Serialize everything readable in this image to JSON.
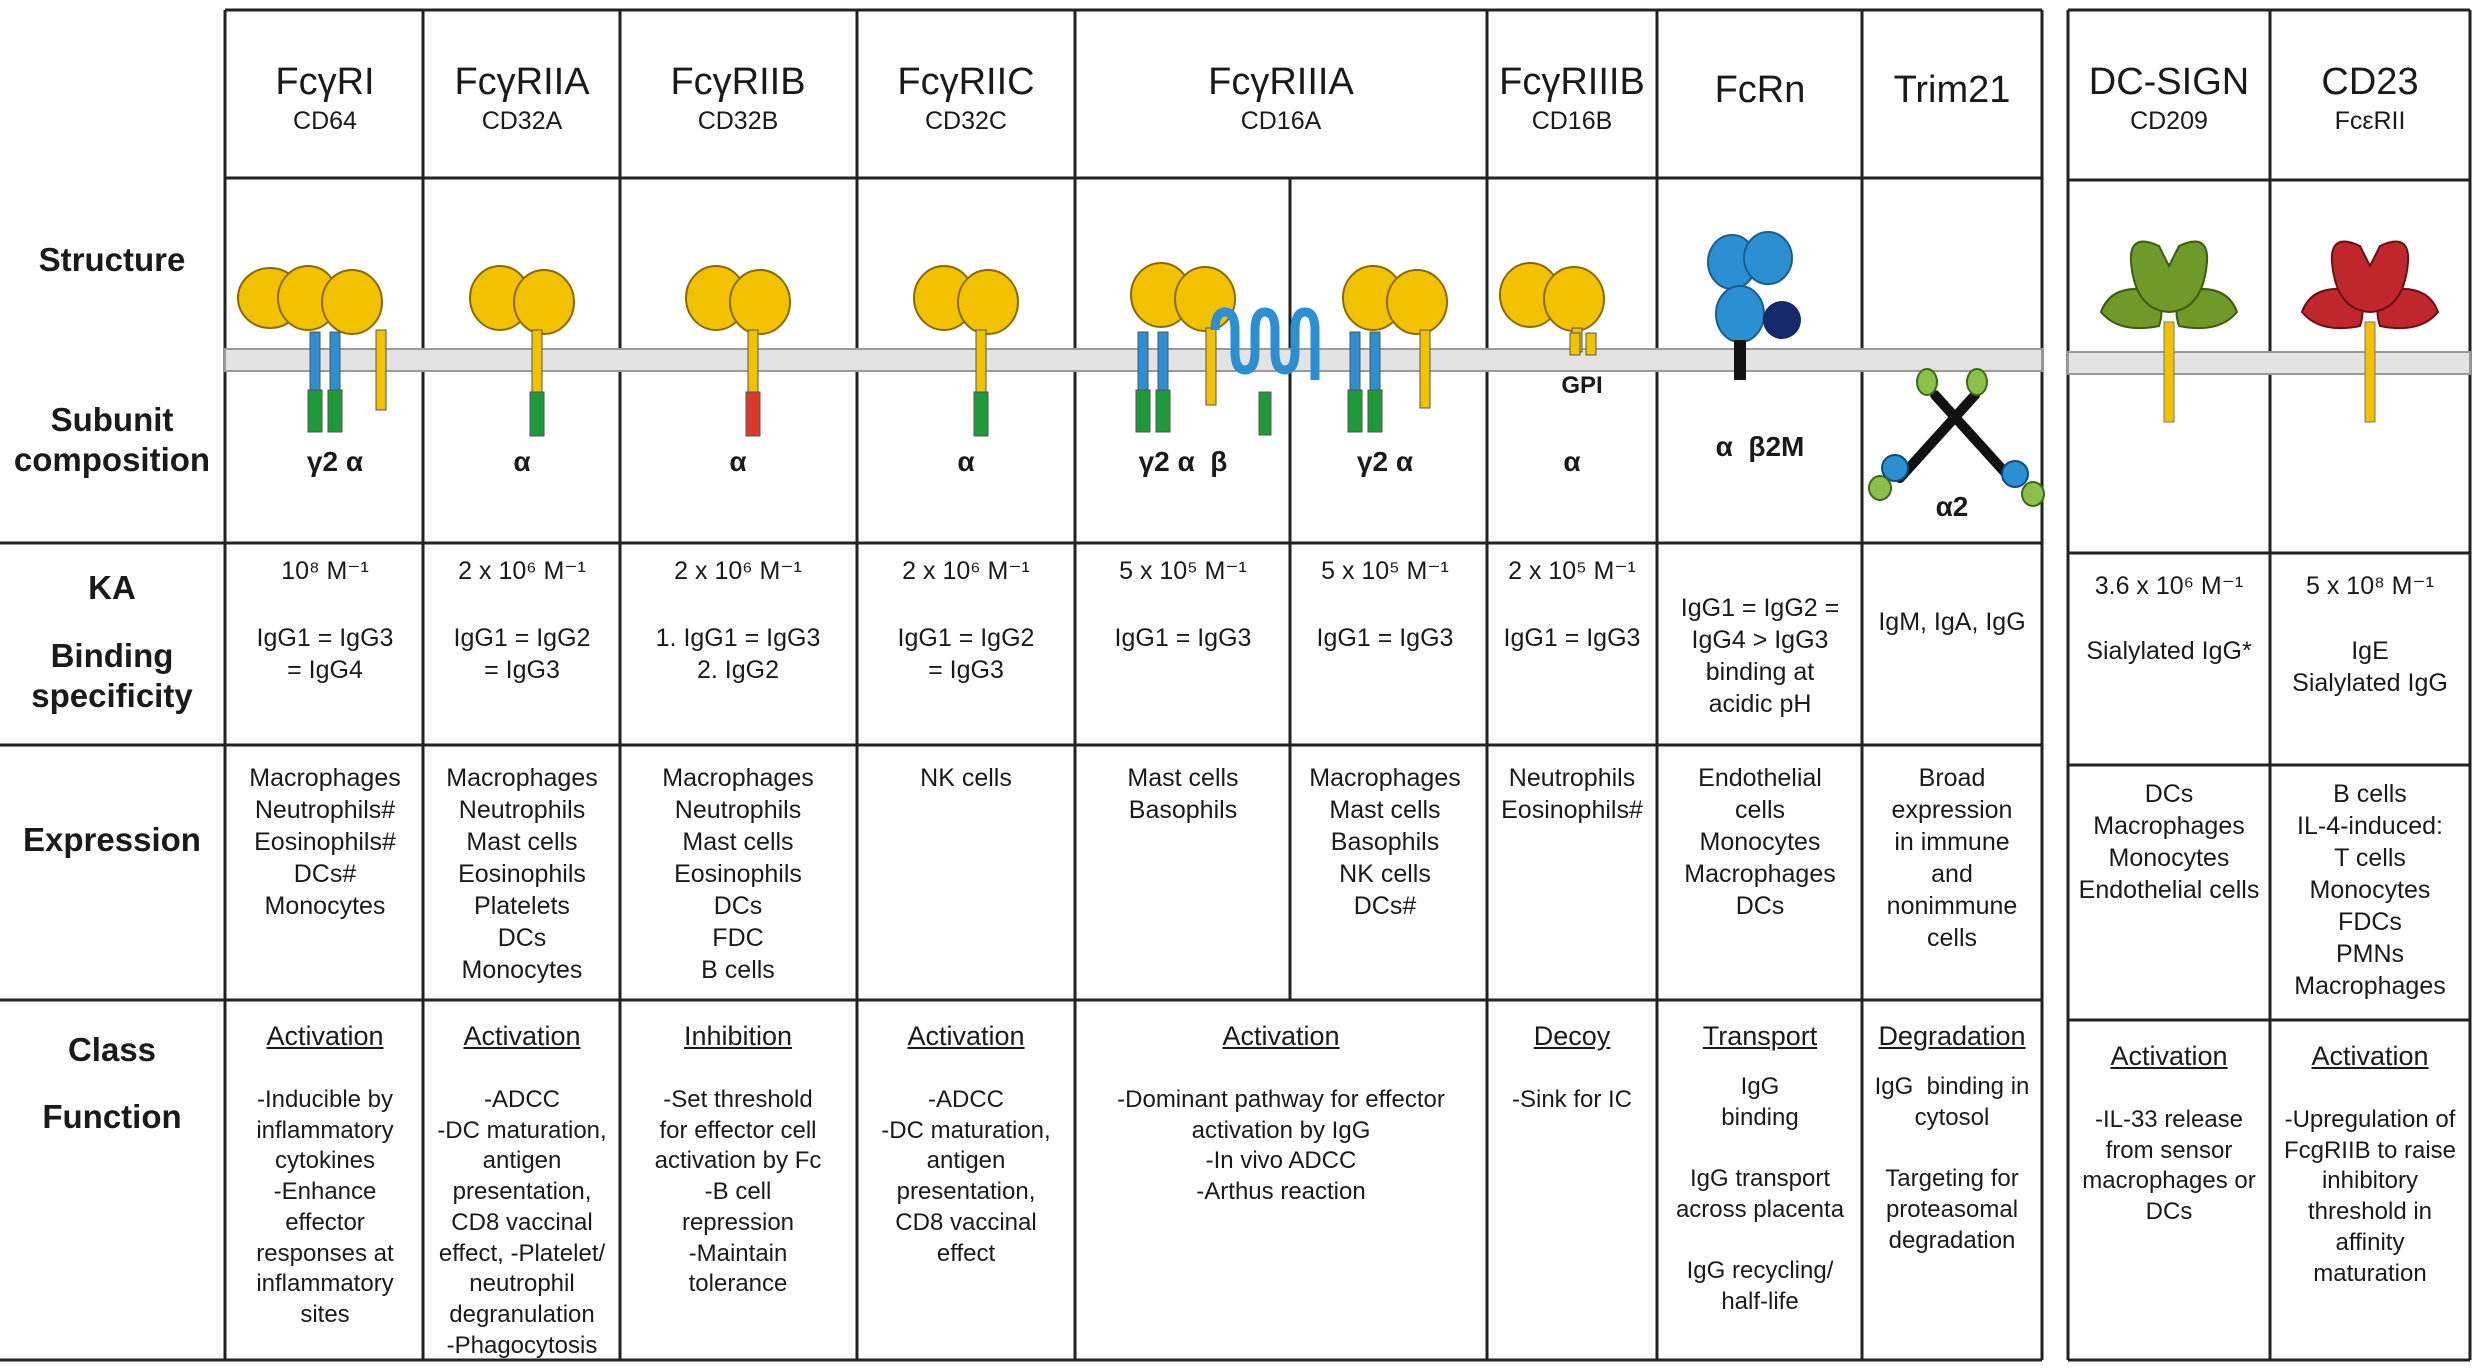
{
  "columns": [
    {
      "name": "FcγRI",
      "alt": "CD64",
      "units": "γ2 α",
      "ka": "10⁸ M⁻¹",
      "specificity": "IgG1 = IgG3\n= IgG4",
      "expression": "Macrophages\nNeutrophils#\nEosinophils#\nDCs#\nMonocytes",
      "class": "Activation",
      "function": "-Inducible by\ninflammatory\ncytokines\n-Enhance\neffector\nresponses at\ninflammatory\nsites"
    },
    {
      "name": "FcγRIIA",
      "alt": "CD32A",
      "units": "α",
      "ka": "2 x 10⁶ M⁻¹",
      "specificity": "IgG1 = IgG2\n= IgG3",
      "expression": "Macrophages\nNeutrophils\nMast cells\nEosinophils\nPlatelets\nDCs\nMonocytes",
      "class": "Activation",
      "function": "-ADCC\n-DC maturation,\nantigen\npresentation,\nCD8 vaccinal\neffect, -Platelet/\nneutrophil\ndegranulation\n-Phagocytosis"
    },
    {
      "name": "FcγRIIB",
      "alt": "CD32B",
      "units": "α",
      "ka": "2 x 10⁶ M⁻¹",
      "specificity": "1. IgG1 = IgG3\n2. IgG2",
      "expression": "Macrophages\nNeutrophils\nMast cells\nEosinophils\nDCs\nFDC\nB cells",
      "class": "Inhibition",
      "function": "-Set threshold\nfor effector cell\nactivation by Fc\n-B cell\nrepression\n-Maintain\ntolerance"
    },
    {
      "name": "FcγRIIC",
      "alt": "CD32C",
      "units": "α",
      "ka": "2 x 10⁶ M⁻¹",
      "specificity": "IgG1 = IgG2\n= IgG3",
      "expression": "NK cells",
      "class": "Activation",
      "function": "-ADCC\n-DC maturation,\nantigen\npresentation,\nCD8 vaccinal\neffect"
    },
    {
      "name": "FcγRIIIA",
      "alt": "CD16A",
      "units_left": "γ2 α  β",
      "units_right": "γ2 α",
      "ka_left": "5 x 10⁵ M⁻¹",
      "ka_right": "5 x 10⁵ M⁻¹",
      "spec_left": "IgG1 = IgG3",
      "spec_right": "IgG1 = IgG3",
      "expr_left": "Mast cells\nBasophils",
      "expr_right": "Macrophages\nMast cells\nBasophils\nNK cells\nDCs#",
      "class": "Activation",
      "function": "-Dominant pathway for effector\nactivation by IgG\n-In vivo ADCC\n-Arthus reaction"
    },
    {
      "name": "FcγRIIIB",
      "alt": "CD16B",
      "units": "α",
      "gpi": "GPI",
      "ka": "2 x 10⁵ M⁻¹",
      "specificity": "IgG1 = IgG3",
      "expression": "Neutrophils\nEosinophils#",
      "class": "Decoy",
      "function": "-Sink for IC"
    },
    {
      "name": "FcRn",
      "alt": "",
      "units": "α  β2M",
      "ka": "",
      "specificity": "IgG1 = IgG2 =\nIgG4 > IgG3\nbinding at\nacidic pH",
      "expression": "Endothelial\ncells\nMonocytes\nMacrophages\nDCs",
      "class": "Transport",
      "function": "IgG\nbinding\n\nIgG transport\nacross placenta\n\nIgG recycling/\nhalf-life"
    },
    {
      "name": "Trim21",
      "alt": "",
      "units": "α2",
      "ka": "",
      "specificity": "IgM, IgA, IgG",
      "expression": "Broad\nexpression\nin immune\nand\nnonimmune\ncells",
      "class": "Degradation",
      "function": "IgG  binding in\ncytosol\n\nTargeting for\nproteasomal\ndegradation"
    },
    {
      "name": "DC-SIGN",
      "alt": "CD209",
      "units": "",
      "ka": "3.6 x 10⁶ M⁻¹",
      "specificity": "Sialylated IgG*",
      "expression": "DCs\nMacrophages\nMonocytes\nEndothelial cells",
      "class": "Activation",
      "function": "-IL-33 release\nfrom sensor\nmacrophages or\nDCs"
    },
    {
      "name": "CD23",
      "alt": "FcεRII",
      "units": "",
      "ka": "5 x 10⁸ M⁻¹",
      "specificity": "IgE\nSialylated IgG",
      "expression": "B cells\nIL-4-induced:\nT cells\nMonocytes\nFDCs\nPMNs\nMacrophages",
      "class": "Activation",
      "function": "-Upregulation of\nFcgRIIB to raise\ninhibitory\nthreshold in\naffinity\nmaturation"
    }
  ],
  "row_labels": {
    "structure": "Structure",
    "subunit": "Subunit\ncomposition",
    "ka": "KA",
    "binding": "Binding\nspecificity",
    "expression": "Expression",
    "class": "Class",
    "function": "Function"
  },
  "colors": {
    "gold": "#f2c200",
    "gold_edge": "#8a6a00",
    "blue": "#2b8fd1",
    "green": "#1e9a3a",
    "red": "#d8392b",
    "navy": "#14286a",
    "olive": "#6f9a2a",
    "crimson": "#c0272d",
    "membrane": "#e3e3e3"
  }
}
